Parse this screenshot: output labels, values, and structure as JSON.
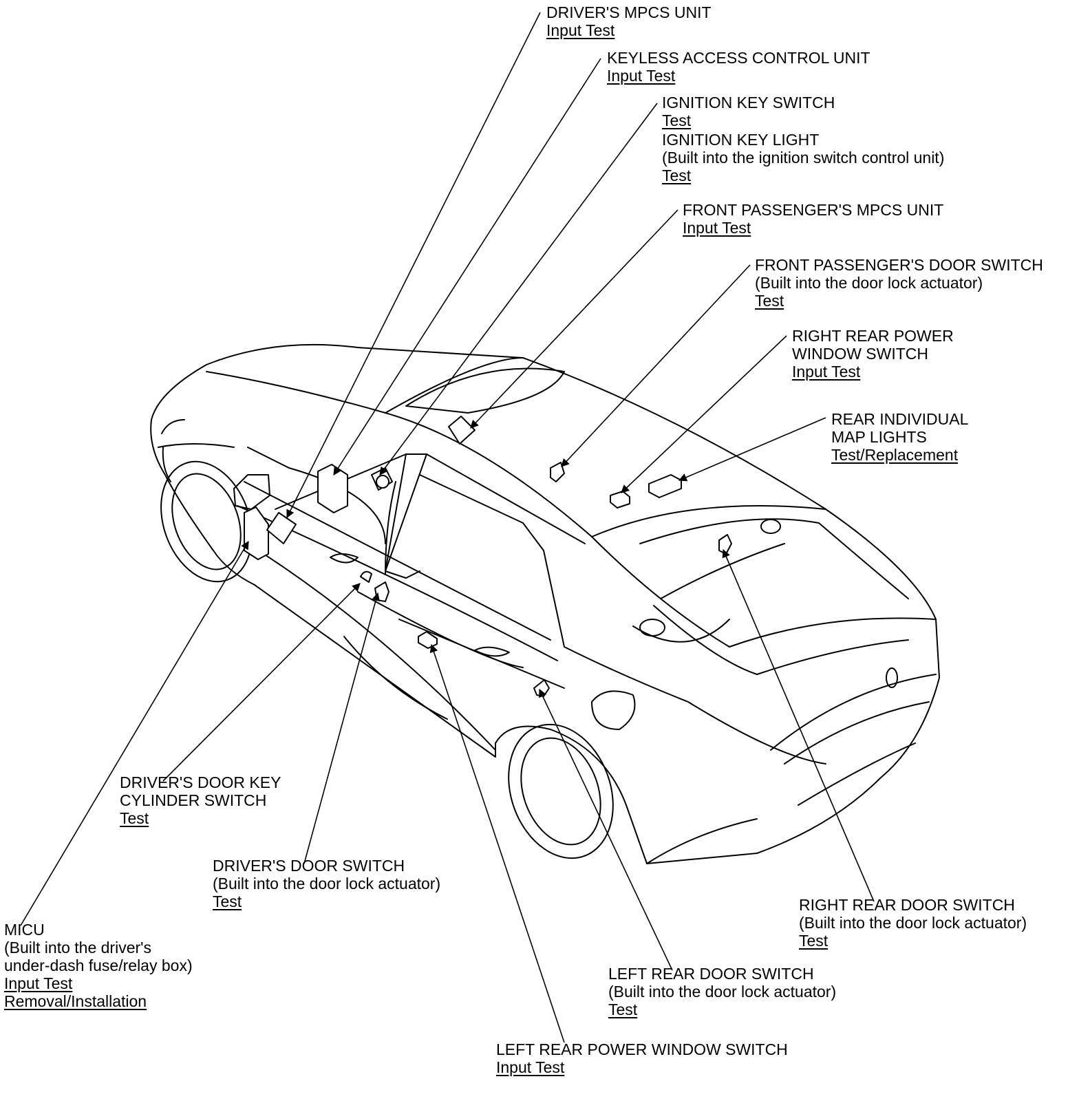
{
  "colors": {
    "line": "#000000",
    "background": "#ffffff"
  },
  "labels": {
    "drivers_mpcs": {
      "title": "DRIVER'S MPCS UNIT",
      "links": [
        "Input Test"
      ]
    },
    "keyless": {
      "title": "KEYLESS ACCESS CONTROL UNIT",
      "links": [
        "Input Test"
      ]
    },
    "ign_switch": {
      "title": "IGNITION KEY SWITCH",
      "links": [
        "Test"
      ]
    },
    "ign_light": {
      "title": "IGNITION KEY LIGHT",
      "sub": "(Built into the ignition switch control unit)",
      "links": [
        "Test"
      ]
    },
    "front_pass_mpcs": {
      "title": "FRONT PASSENGER'S MPCS UNIT",
      "links": [
        "Input Test"
      ]
    },
    "front_pass_door": {
      "title": "FRONT PASSENGER'S DOOR SWITCH",
      "sub": "(Built into the door lock actuator)",
      "links": [
        "Test"
      ]
    },
    "rr_window": {
      "title": "RIGHT REAR POWER",
      "title2": "WINDOW SWITCH",
      "links": [
        "Input Test"
      ]
    },
    "rear_map": {
      "title": "REAR INDIVIDUAL",
      "title2": "MAP LIGHTS",
      "links": [
        "Test/Replacement"
      ]
    },
    "key_cyl": {
      "title": "DRIVER'S DOOR KEY",
      "title2": "CYLINDER SWITCH",
      "links": [
        "Test"
      ]
    },
    "drv_door": {
      "title": "DRIVER'S DOOR SWITCH",
      "sub": "(Built into the door lock actuator)",
      "links": [
        "Test"
      ]
    },
    "micu": {
      "title": "MICU",
      "sub": "(Built into the driver's",
      "sub2": "under-dash fuse/relay box)",
      "links": [
        "Input Test",
        "Removal/Installation"
      ]
    },
    "rr_door": {
      "title": "RIGHT REAR DOOR SWITCH",
      "sub": "(Built into the door lock actuator)",
      "links": [
        "Test"
      ]
    },
    "lr_door": {
      "title": "LEFT REAR DOOR SWITCH",
      "sub": "(Built into the door lock actuator)",
      "links": [
        "Test"
      ]
    },
    "lr_window": {
      "title": "LEFT REAR POWER WINDOW SWITCH",
      "links": [
        "Input Test"
      ]
    }
  }
}
